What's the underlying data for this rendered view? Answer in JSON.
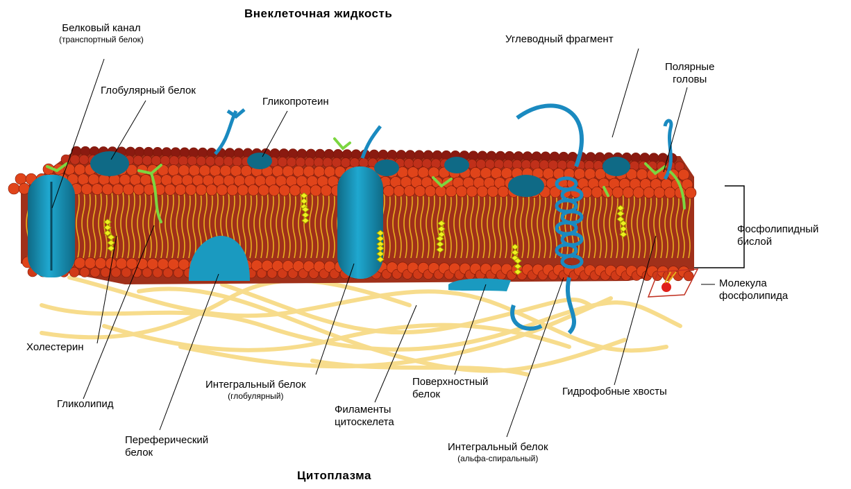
{
  "titles": {
    "top": "Внеклеточная жидкость",
    "bottom": "Цитоплазма"
  },
  "labels": {
    "protein_channel": {
      "main": "Белковый канал",
      "sub": "(транспортный белок)"
    },
    "globular_protein": "Глобулярный белок",
    "glycoprotein": "Гликопротеин",
    "carbohydrate": "Углеводный фрагмент",
    "polar_heads": {
      "line1": "Полярные",
      "line2": "головы"
    },
    "phospholipid_bilayer": {
      "line1": "Фосфолипидный",
      "line2": "бислой"
    },
    "phospholipid_molecule": {
      "line1": "Молекула",
      "line2": "фосфолипида"
    },
    "cholesterol": "Холестерин",
    "glycolipid": "Гликолипид",
    "peripheral_protein": {
      "line1": "Переферический",
      "line2": "белок"
    },
    "integral_globular": {
      "main": "Интегральный белок",
      "sub": "(глобулярный)"
    },
    "cytoskeleton": {
      "line1": "Филаменты",
      "line2": "цитоскелета"
    },
    "surface_protein": {
      "line1": "Поверхностный",
      "line2": "белок"
    },
    "integral_alpha": {
      "main": "Интегральный белок",
      "sub": "(альфа-спиральный)"
    },
    "hydrophobic_tails": "Гидрофобные хвосты"
  },
  "colors": {
    "head": "#e0441a",
    "head_dark": "#8a1a10",
    "tail": "#e8b020",
    "membrane_body": "#a0301a",
    "protein": "#1a9ac0",
    "protein_dark": "#0f6a86",
    "glyco_green": "#7cd640",
    "cholesterol": "#f0f020",
    "filament": "#f7dc8c"
  }
}
